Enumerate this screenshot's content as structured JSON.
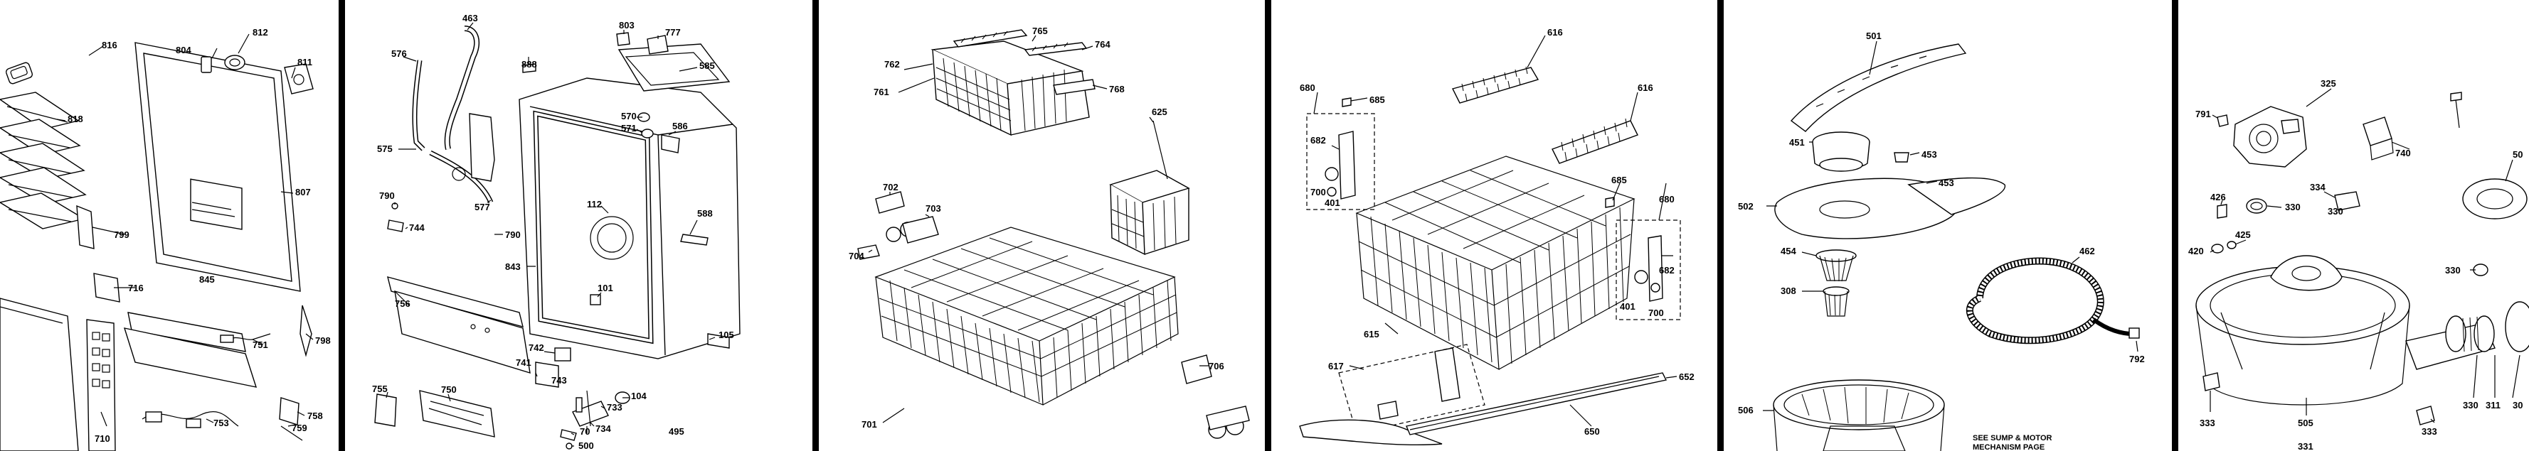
{
  "panels": [
    {
      "id": "p1",
      "labels": [
        "816",
        "804",
        "812",
        "811",
        "818",
        "807",
        "799",
        "716",
        "845",
        "751",
        "798",
        "710",
        "753",
        "758",
        "759"
      ]
    },
    {
      "id": "p2",
      "labels": [
        "463",
        "803",
        "777",
        "576",
        "888",
        "585",
        "570",
        "571",
        "586",
        "575",
        "112",
        "577",
        "790",
        "744",
        "790",
        "843",
        "588",
        "101",
        "105",
        "756",
        "742",
        "741",
        "743",
        "104",
        "733",
        "734",
        "70",
        "755",
        "750",
        "495",
        "500"
      ]
    },
    {
      "id": "p3",
      "labels": [
        "765",
        "762",
        "764",
        "761",
        "768",
        "625",
        "702",
        "703",
        "704",
        "706",
        "701"
      ]
    },
    {
      "id": "p4",
      "labels": [
        "616",
        "680",
        "685",
        "616",
        "682",
        "700",
        "401",
        "685",
        "680",
        "615",
        "682",
        "401",
        "700",
        "617",
        "652",
        "650"
      ]
    },
    {
      "id": "p5",
      "labels": [
        "501",
        "451",
        "453",
        "453",
        "502",
        "454",
        "462",
        "308",
        "792",
        "506"
      ],
      "note_line1": "SEE SUMP & MOTOR",
      "note_line2": "MECHANISM PAGE"
    },
    {
      "id": "p6",
      "labels": [
        "791",
        "325",
        "740",
        "50",
        "426",
        "330",
        "334",
        "420",
        "425",
        "330",
        "330",
        "333",
        "505",
        "330",
        "311",
        "30",
        "333",
        "331"
      ]
    }
  ]
}
